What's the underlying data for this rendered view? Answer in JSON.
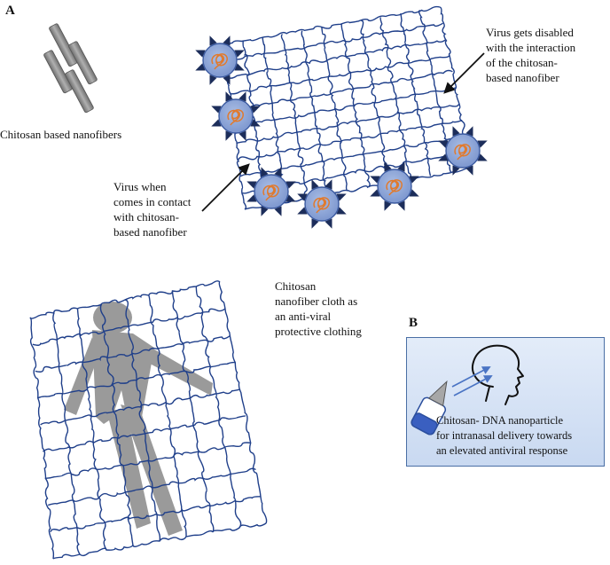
{
  "labels": {
    "panel_a": "A",
    "panel_b": "B",
    "nanofibers": "Chitosan based nanofibers",
    "virus_disabled": [
      "Virus gets disabled",
      "with the interaction",
      "of the chitosan-",
      "based nanofiber"
    ],
    "virus_contact": [
      "Virus when",
      "comes in contact",
      "with chitosan-",
      "based nanofiber"
    ],
    "cloth": [
      "Chitosan",
      "nanofiber cloth as",
      "an anti-viral",
      "protective clothing"
    ],
    "dna_nanoparticle": [
      "Chitosan- DNA nanoparticle",
      "for intranasal delivery towards",
      "an elevated antiviral response"
    ]
  },
  "colors": {
    "mesh": "#1f3f8a",
    "virus_fill": "#8fa8d8",
    "virus_spike": "#1c2d5a",
    "rna": "#e07a2e",
    "fiber": "#8c8c8c",
    "person": "#999999",
    "panel_b_border": "#4a6fa5"
  },
  "icons": [
    "nanofiber-rod-icon",
    "virus-icon",
    "human-head-icon",
    "nasal-spray-icon",
    "arrow-icon",
    "person-silhouette-icon"
  ]
}
